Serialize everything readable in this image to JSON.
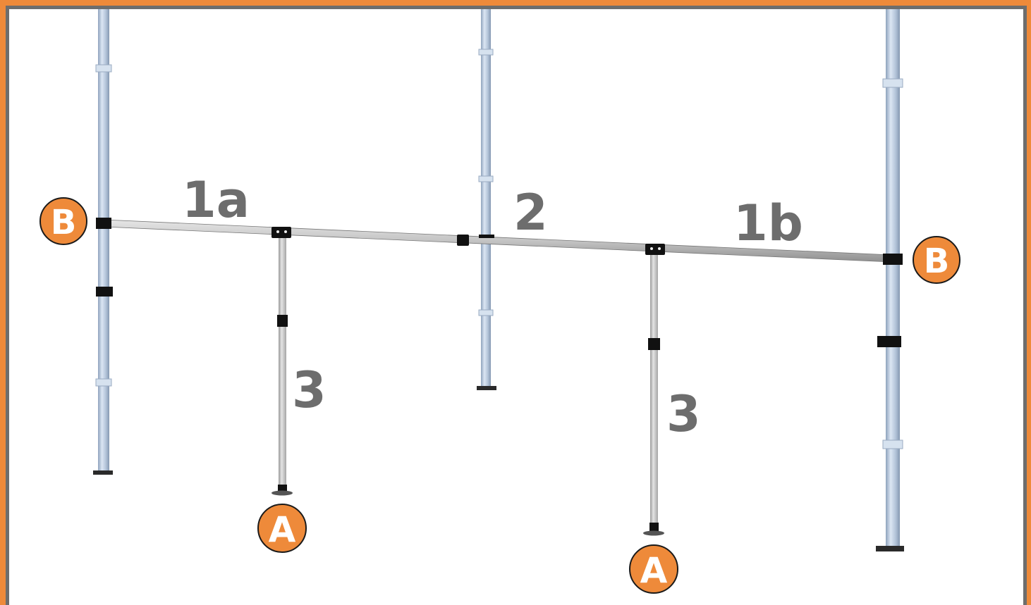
{
  "labels": {
    "beam_1a": "1a",
    "beam_2": "2",
    "beam_1b": "1b",
    "leg_left": "3",
    "leg_right": "3"
  },
  "badges": {
    "left_top": "B",
    "right_top": "B",
    "left_bottom": "A",
    "right_bottom": "A"
  },
  "colors": {
    "accent": "#ee8a3a",
    "label": "#6d6d6d",
    "frame": "#6d6d6d",
    "pole": "#b9c9de",
    "beam": "#c9c9c9",
    "connector": "#111111"
  }
}
